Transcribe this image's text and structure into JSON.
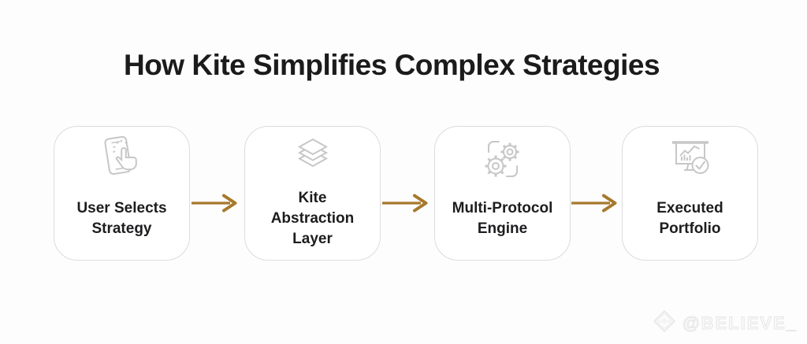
{
  "title": "How Kite Simplifies Complex Strategies",
  "flow": {
    "steps": [
      {
        "label": "User Selects Strategy",
        "lines": [
          "User Selects",
          "Strategy"
        ],
        "icon": "phone-tap-icon"
      },
      {
        "label": "Kite Abstraction Layer",
        "lines": [
          "Kite",
          "Abstraction",
          "Layer"
        ],
        "icon": "layers-icon"
      },
      {
        "label": "Multi-Protocol Engine",
        "lines": [
          "Multi-Protocol",
          "Engine"
        ],
        "icon": "gears-icon"
      },
      {
        "label": "Executed Portfolio",
        "lines": [
          "Executed",
          "Portfolio"
        ],
        "icon": "presentation-chart-check-icon"
      }
    ],
    "arrow_count": 3
  },
  "watermark": {
    "handle": "@BELIEVE_",
    "icon": "believe-diamond-logo"
  },
  "colors": {
    "background": "#fdfdfd",
    "box_background": "#ffffff",
    "box_border": "#dcdcdc",
    "icon_stroke": "#c7c7c7",
    "title_text": "#1b1b1b",
    "label_text": "#1d1d1f",
    "arrow": "#a6792c",
    "watermark_text": "#fafafa"
  }
}
